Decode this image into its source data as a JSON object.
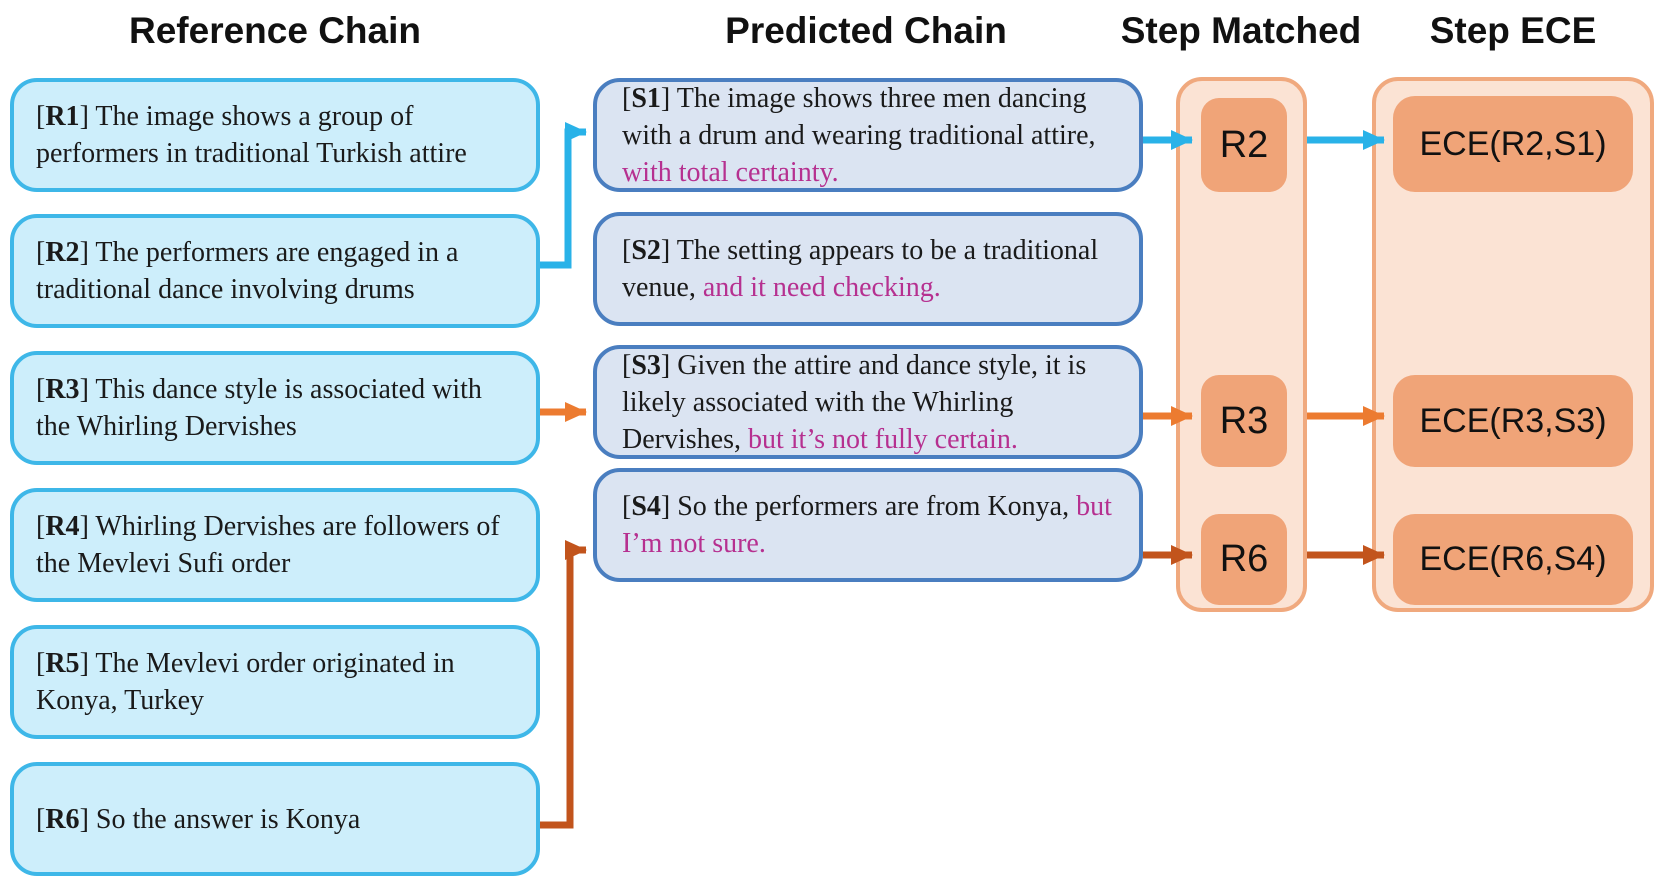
{
  "titles": {
    "reference": "Reference Chain",
    "predicted": "Predicted Chain",
    "matched": "Step Matched",
    "ece": "Step ECE"
  },
  "punct": {
    "open": "[",
    "close": "]"
  },
  "reference_chain": [
    {
      "id": "R1",
      "text": "The image shows a group of performers in traditional Turkish attire"
    },
    {
      "id": "R2",
      "text": "The performers are engaged in a traditional dance involving drums"
    },
    {
      "id": "R3",
      "text": "This dance style is associated with the Whirling Dervishes"
    },
    {
      "id": "R4",
      "text": "Whirling Dervishes are followers of the Mevlevi Sufi order"
    },
    {
      "id": "R5",
      "text": "The Mevlevi order originated in Konya, Turkey"
    },
    {
      "id": "R6",
      "text": "So the answer is Konya"
    }
  ],
  "predicted_chain": [
    {
      "id": "S1",
      "text": "The image shows three men dancing with a drum and wearing traditional attire,",
      "uncertainty": "with total certainty."
    },
    {
      "id": "S2",
      "text": "The setting appears to be a traditional venue,",
      "uncertainty": "and it need checking."
    },
    {
      "id": "S3",
      "text": "Given the attire and dance style, it is likely associated with the Whirling Dervishes,",
      "uncertainty": "but it’s not fully certain."
    },
    {
      "id": "S4",
      "text": "So the performers are from Konya,",
      "uncertainty": "but I’m not sure."
    }
  ],
  "step_matched": {
    "items": [
      "R2",
      "R3",
      "R6"
    ]
  },
  "step_ece": {
    "items": [
      "ECE(R2,S1)",
      "ECE(R3,S3)",
      "ECE(R6,S4)"
    ]
  },
  "colors": {
    "ref_fill": "#cdeefb",
    "ref_border": "#3eb7e8",
    "pred_fill": "#dbe4f2",
    "pred_border": "#4a7ec0",
    "panel_fill": "#fbe3d4",
    "panel_border": "#f0a97e",
    "chip_fill": "#f0a478",
    "arrow_cyan": "#29b2e8",
    "arrow_orange": "#ec7b30",
    "arrow_dark_orange": "#c2541c",
    "highlight_magenta": "#b63090",
    "text": "#1a1a1a"
  }
}
